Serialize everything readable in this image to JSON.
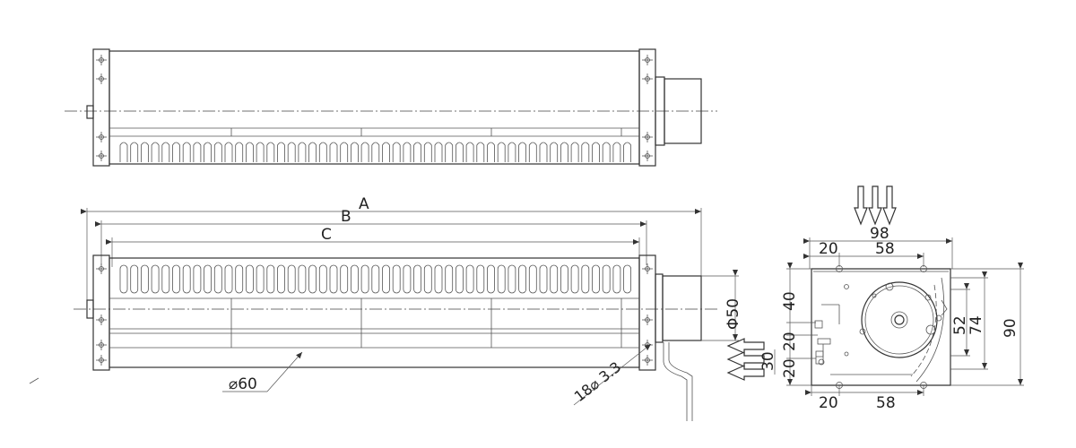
{
  "dimensions": {
    "A": "A",
    "B": "B",
    "C": "C",
    "phi50": "Φ50",
    "dia60": "⌀60",
    "hole": "18⌀  3.3",
    "d98": "98",
    "d20_top": "20",
    "d58_top": "58",
    "d40": "40",
    "d20_mid": "20",
    "d20_low": "20",
    "d30": "30",
    "d52": "52",
    "d74": "74",
    "d90": "90",
    "d20_bot": "20",
    "d58_bot": "58"
  },
  "colors": {
    "line": "#333333",
    "background": "#ffffff"
  },
  "icons": [
    "air-inlet-arrows",
    "air-outlet-arrows"
  ]
}
